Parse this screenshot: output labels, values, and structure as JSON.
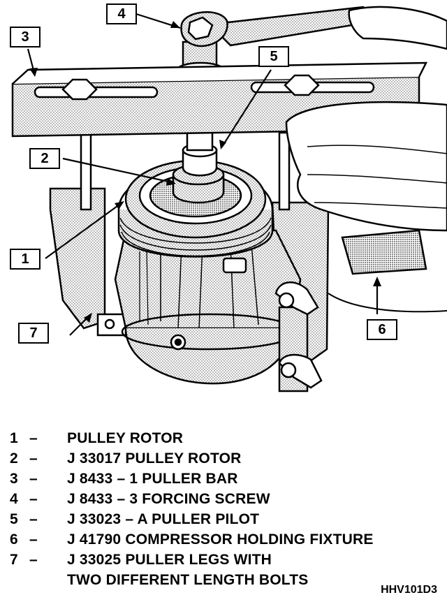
{
  "callouts": [
    {
      "number": "1",
      "description": "PULLEY ROTOR"
    },
    {
      "number": "2",
      "description": "J 33017 PULLEY ROTOR"
    },
    {
      "number": "3",
      "description": "J 8433 – 1 PULLER BAR"
    },
    {
      "number": "4",
      "description": "J 8433 – 3 FORCING SCREW"
    },
    {
      "number": "5",
      "description": "J 33023 – A PULLER PILOT"
    },
    {
      "number": "6",
      "description": "J 41790 COMPRESSOR HOLDING FIXTURE"
    },
    {
      "number": "7",
      "description": "J 33025 PULLER LEGS WITH",
      "continuation": "TWO DIFFERENT LENGTH BOLTS"
    }
  ],
  "separator": "–",
  "figure_code": "HHV101D3"
}
